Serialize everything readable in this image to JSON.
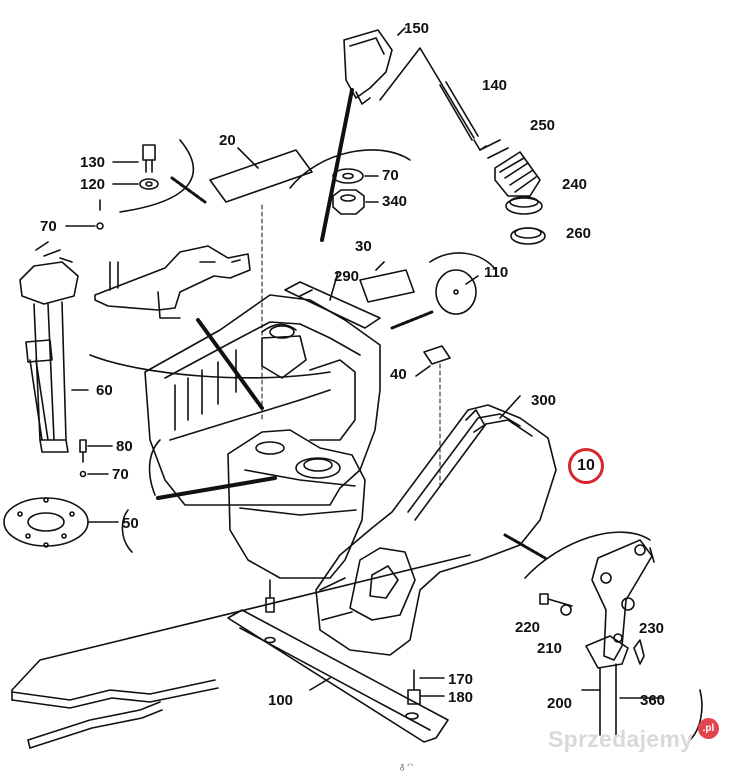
{
  "diagram": {
    "callouts": [
      {
        "id": "150",
        "text": "150"
      },
      {
        "id": "140",
        "text": "140"
      },
      {
        "id": "250",
        "text": "250"
      },
      {
        "id": "240",
        "text": "240"
      },
      {
        "id": "260",
        "text": "260"
      },
      {
        "id": "20",
        "text": "20"
      },
      {
        "id": "70a",
        "text": "70"
      },
      {
        "id": "340",
        "text": "340"
      },
      {
        "id": "130",
        "text": "130"
      },
      {
        "id": "120",
        "text": "120"
      },
      {
        "id": "70b",
        "text": "70"
      },
      {
        "id": "30",
        "text": "30"
      },
      {
        "id": "290",
        "text": "290"
      },
      {
        "id": "110",
        "text": "110"
      },
      {
        "id": "40",
        "text": "40"
      },
      {
        "id": "60",
        "text": "60"
      },
      {
        "id": "300",
        "text": "300"
      },
      {
        "id": "80",
        "text": "80"
      },
      {
        "id": "70c",
        "text": "70"
      },
      {
        "id": "50",
        "text": "50"
      },
      {
        "id": "220",
        "text": "220"
      },
      {
        "id": "230",
        "text": "230"
      },
      {
        "id": "210",
        "text": "210"
      },
      {
        "id": "170",
        "text": "170"
      },
      {
        "id": "180",
        "text": "180"
      },
      {
        "id": "100",
        "text": "100"
      },
      {
        "id": "200",
        "text": "200"
      },
      {
        "id": "360",
        "text": "360"
      }
    ],
    "highlighted": {
      "text": "10",
      "color": "#d8262e"
    },
    "watermark": {
      "text": "Sprzedajemy",
      "badge": ".pl"
    },
    "footer_mark": "ᵹ ᐟᐠ"
  }
}
